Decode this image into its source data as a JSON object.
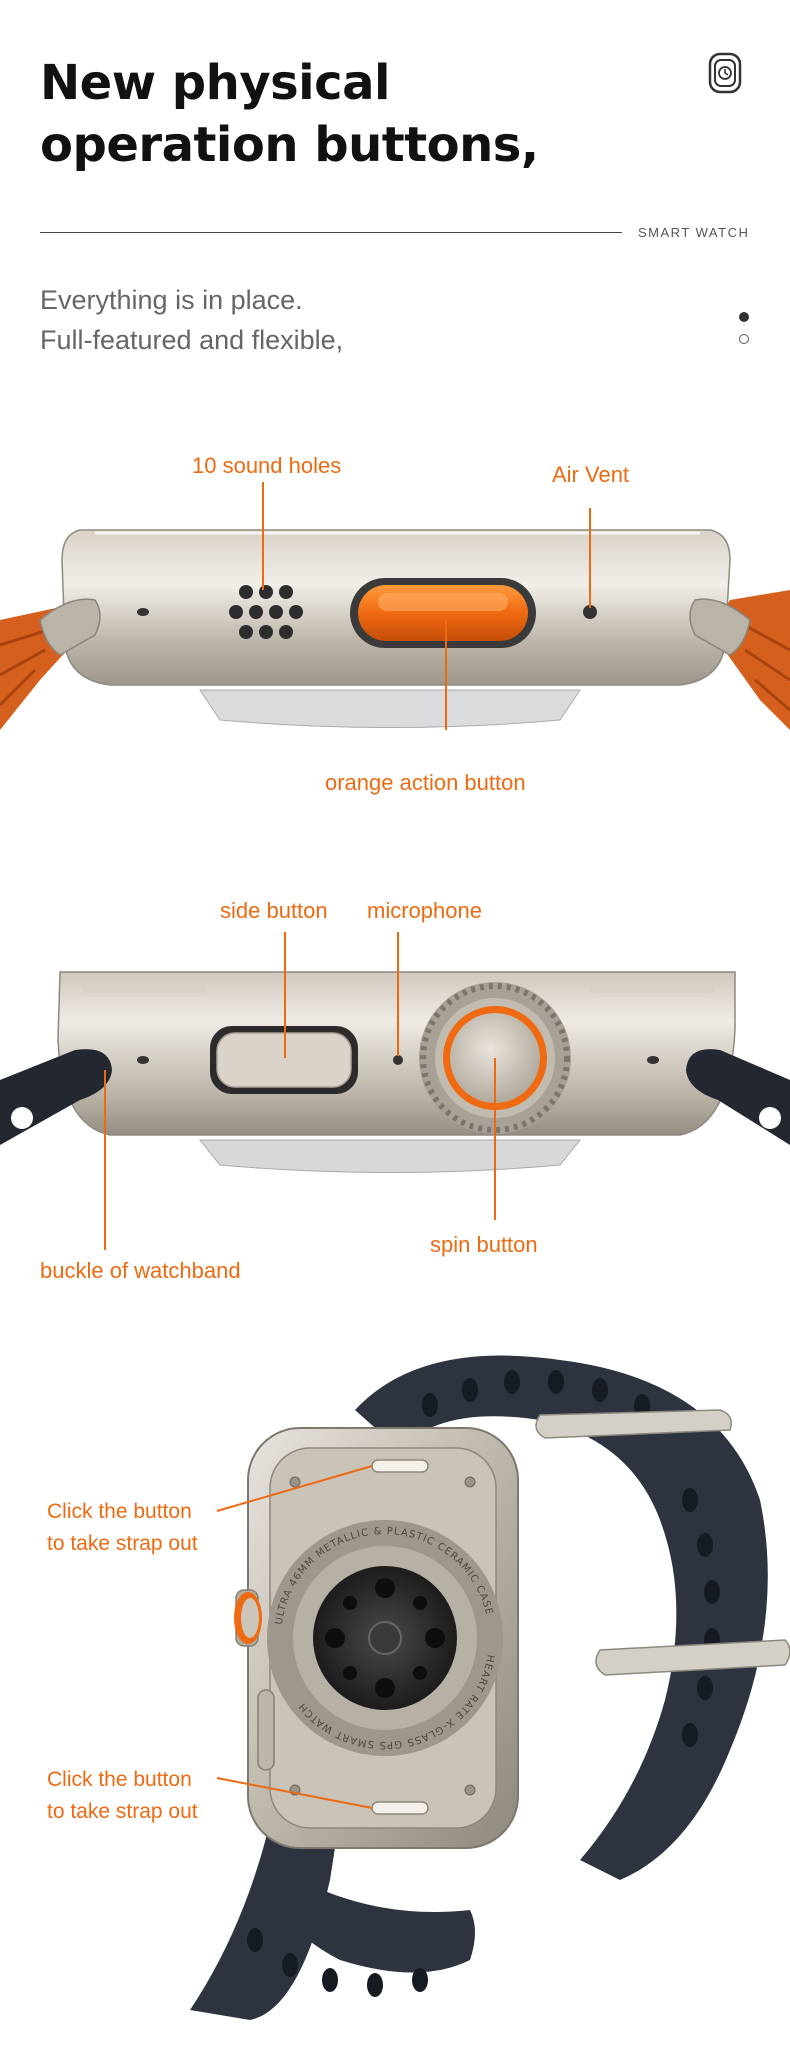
{
  "header": {
    "title_line1": "New physical",
    "title_line2": "operation buttons,",
    "tag": "SMART WATCH",
    "subtitle_line1": "Everything is in place.",
    "subtitle_line2": "Full-featured and flexible,",
    "watch_badge_icon": "smartwatch-icon"
  },
  "colors": {
    "accent": "#ee6a12",
    "titanium": "#cfc7bb",
    "strap_dark": "#2a2f38",
    "strap_orange": "#d8601c"
  },
  "section1": {
    "callouts": {
      "sound_holes": "10 sound holes",
      "air_vent": "Air Vent",
      "action_button": "orange action button"
    }
  },
  "section2": {
    "callouts": {
      "side_button": "side button",
      "microphone": "microphone",
      "spin_button": "spin button",
      "buckle": "buckle of watchband"
    }
  },
  "section3": {
    "callout_top_line1": "Click the button",
    "callout_top_line2": "to take strap out",
    "callout_bottom_line1": "Click the button",
    "callout_bottom_line2": "to take strap out",
    "engraving_lines": [
      "ULTRA 46MM METALLIC & PLASTIC CERAMIC CASE",
      "HEART RATE X-GLASS GPS SMART WATCH"
    ]
  }
}
